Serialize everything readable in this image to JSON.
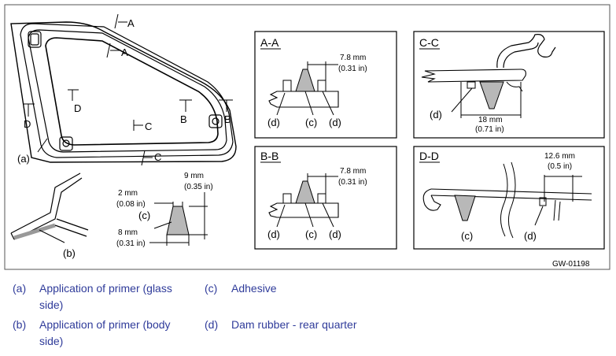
{
  "figure": {
    "figure_id": "GW-01198",
    "sections": {
      "aa": "A-A",
      "bb": "B-B",
      "cc": "C-C",
      "dd": "D-D"
    },
    "cut_markers": {
      "a": "A",
      "b": "B",
      "c": "C",
      "d": "D"
    },
    "callouts": {
      "a": "(a)",
      "b": "(b)",
      "c": "(c)",
      "d": "(d)"
    },
    "dimensions": {
      "aa_width_mm": "7.8 mm",
      "aa_width_in": "(0.31 in)",
      "bb_width_mm": "7.8 mm",
      "bb_width_in": "(0.31 in)",
      "cc_width_mm": "18 mm",
      "cc_width_in": "(0.71 in)",
      "dd_width_mm": "12.6 mm",
      "dd_width_in": "(0.5 in)",
      "bead_height_mm": "9 mm",
      "bead_height_in": "(0.35 in)",
      "bead_top_mm": "2 mm",
      "bead_top_in": "(0.08 in)",
      "bead_base_mm": "8 mm",
      "bead_base_in": "(0.31 in)"
    },
    "colors": {
      "adhesive_fill": "#b8b8b8",
      "legend_text": "#2f3b9a"
    }
  },
  "legend": {
    "items": [
      {
        "key": "(a)",
        "text_line1": "Application of primer (glass",
        "text_line2": "side)"
      },
      {
        "key": "(c)",
        "text_line1": "Adhesive",
        "text_line2": ""
      },
      {
        "key": "(b)",
        "text_line1": "Application of primer (body",
        "text_line2": "side)"
      },
      {
        "key": "(d)",
        "text_line1": "Dam rubber - rear quarter",
        "text_line2": ""
      }
    ]
  }
}
